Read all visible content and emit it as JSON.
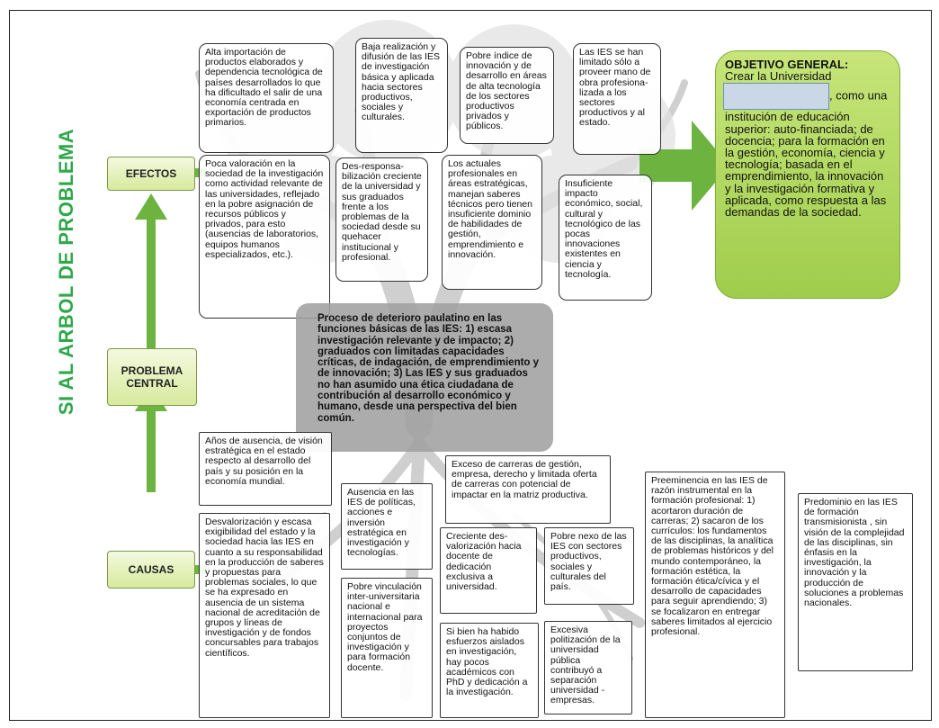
{
  "vertical_title": "SI AL ARBOL DE PROBLEMA",
  "labels": {
    "efectos": "EFECTOS",
    "problema_central": "PROBLEMA CENTRAL",
    "causas": "CAUSAS"
  },
  "effects": [
    "Alta importación de productos elaborados y dependencia tecnológica de países desarrollados lo que ha dificultado el salir de una economía centrada en exportación de productos primarios.",
    "Baja realización y difusión de las IES de investigación básica y aplicada hacia sectores productivos, sociales y culturales.",
    "Pobre índice de innovación y de desarrollo en áreas de alta tecnología de los sectores productivos privados y públicos.",
    "Las IES se han limitado sólo a proveer mano de obra profesiona-lizada a los sectores productivos y al estado.",
    "Poca valoración en la sociedad de la investigación como actividad relevante de las universidades, reflejado en la pobre asignación de recursos públicos y privados, para esto (ausencias de laboratorios, equipos humanos especializados, etc.).",
    "Des-responsa-bilización creciente de la universidad y sus graduados frente a los problemas de la sociedad desde su quehacer institucional y profesional.",
    "Los actuales profesionales en áreas estratégicas, manejan saberes técnicos pero tienen insuficiente dominio de habilidades de gestión, emprendimiento e innovación.",
    "Insuficiente impacto económico, social, cultural y tecnológico de las pocas innovaciones existentes en ciencia y tecnología."
  ],
  "objective": {
    "heading": "OBJETIVO GENERAL:",
    "line1": "Crear la Universidad",
    "body": ", como una institución de educación superior: auto-financiada; de docencia; para la formación en la gestión, economía, ciencia y tecnología; basada en el emprendimiento, la innovación y la investigación formativa y aplicada, como respuesta a las demandas de la sociedad."
  },
  "central_problem": "Proceso de deterioro paulatino en las funciones básicas de las IES: 1) escasa investigación relevante y de impacto; 2) graduados con limitadas capacidades críticas, de indagación, de emprendimiento y de innovación; 3) Las IES y sus graduados no han asumido una ética ciudadana de contribución al desarrollo económico y humano, desde una perspectiva del bien común.",
  "causes": [
    "Años de ausencia, de visión estratégica en el estado respecto al desarrollo del país y su posición en la economía mundial.",
    "Desvalorización y escasa exigibilidad del estado y la sociedad hacia las IES en cuanto a su responsabilidad en la producción de saberes y propuestas para problemas sociales, lo que se ha expresado en ausencia de un sistema nacional de acreditación de grupos y líneas de investigación y de fondos concursables para trabajos científicos.",
    "Ausencia en las IES de políticas, acciones e inversión estratégica en investigación y tecnologías.",
    "Pobre vinculación inter-universitaria nacional e internacional para proyectos conjuntos de investigación y para formación docente.",
    "Exceso de carreras de gestión, empresa, derecho y limitada oferta de carreras con potencial de impactar en la matriz productiva.",
    "Creciente des-valorización hacia docente de dedicación exclusiva a universidad.",
    "Pobre nexo de las IES con sectores productivos, sociales y culturales del país.",
    "Si bien ha habido esfuerzos aislados en investigación, hay pocos académicos con PhD y dedicación a la investigación.",
    "Excesiva politización de la universidad pública contribuyó a separación universidad -empresas.",
    "Preeminencia en las IES de razón instrumental en la formación profesional: 1) acortaron duración de carreras; 2) sacaron de los currículos: los fundamentos de las disciplinas, la analítica de problemas históricos y del mundo contemporáneo, la formación estética, la formación ética/cívica y el desarrollo de capacidades para seguir aprendiendo; 3) se focalizaron en entregar saberes limitados al ejercicio profesional.",
    "Predominio en las IES de formación transmisionista , sin visión de la complejidad de las disciplinas, sin énfasis en la investigación, la innovación y la producción de soluciones a problemas nacionales."
  ],
  "colors": {
    "title_green": "#2ea84a",
    "arrow_green": "#6cb33f",
    "objective_green": "#a8d35a",
    "central_grey": "#a0a0a0"
  }
}
